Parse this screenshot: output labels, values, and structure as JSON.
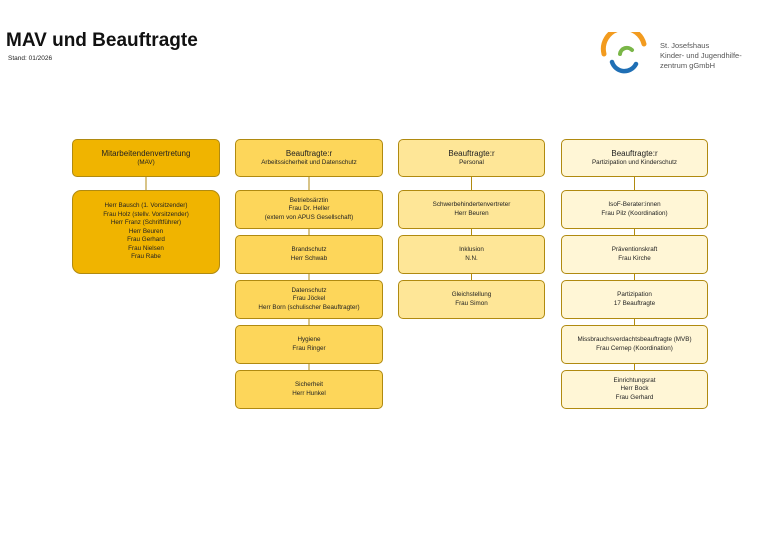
{
  "page": {
    "title": "MAV und Beauftragte",
    "stand": "Stand: 01/2026"
  },
  "logo": {
    "lines": [
      "St. Josefshaus",
      "Kinder- und Jugendhilfe-",
      "zentrum gGmbH"
    ],
    "colors": {
      "orange": "#f29b1f",
      "blue": "#1f6fb5",
      "green": "#7ab648"
    }
  },
  "colors": {
    "col1": "#f0b400",
    "col2": "#fdd65a",
    "col3": "#fee697",
    "col4": "#fff6d6",
    "border": "#b08a10"
  },
  "columns": [
    {
      "header": {
        "title": "Mitarbeitendenvertretung",
        "subtitle": "(MAV)"
      },
      "items": [
        {
          "lines": [
            "Herr Bausch (1. Vorsitzender)",
            "Frau Holz (stellv. Vorsitzender)",
            "Herr Franz (Schriftführer)",
            "Herr Beuren",
            "Frau Gerhard",
            "Frau Nielsen",
            "Frau Rabe"
          ]
        }
      ]
    },
    {
      "header": {
        "title": "Beauftragte:r",
        "subtitle": "Arbeitssicherheit und Datenschutz"
      },
      "items": [
        {
          "lines": [
            "Betriebsärztin",
            "Frau Dr. Heller",
            "(extern von APUS Gesellschaft)"
          ]
        },
        {
          "lines": [
            "Brandschutz",
            "Herr Schwab"
          ]
        },
        {
          "lines": [
            "Datenschutz",
            "Frau Jöckel",
            "Herr Born (schulischer Beauftragter)"
          ]
        },
        {
          "lines": [
            "Hygiene",
            "Frau Ringer"
          ]
        },
        {
          "lines": [
            "Sicherheit",
            "Herr Hunkel"
          ]
        }
      ]
    },
    {
      "header": {
        "title": "Beauftragte:r",
        "subtitle": "Personal"
      },
      "items": [
        {
          "lines": [
            "Schwerbehindertenvertreter",
            "Herr Beuren"
          ]
        },
        {
          "lines": [
            "Inklusion",
            "N.N."
          ]
        },
        {
          "lines": [
            "Gleichstellung",
            "Frau Simon"
          ]
        }
      ]
    },
    {
      "header": {
        "title": "Beauftragte:r",
        "subtitle": "Partizipation und Kinderschutz"
      },
      "items": [
        {
          "lines": [
            "IsoF-Berater:innen",
            "Frau Pilz (Koordination)"
          ]
        },
        {
          "lines": [
            "Präventionskraft",
            "Frau Kirche"
          ]
        },
        {
          "lines": [
            "Partizipation",
            "17 Beauftragte"
          ]
        },
        {
          "lines": [
            "Missbrauchsverdachtsbeauftragte (MVB)",
            "Frau Cernep (Koordination)"
          ]
        },
        {
          "lines": [
            "Einrichtungsrat",
            "Herr Bock",
            "Frau Gerhard"
          ]
        }
      ]
    }
  ]
}
